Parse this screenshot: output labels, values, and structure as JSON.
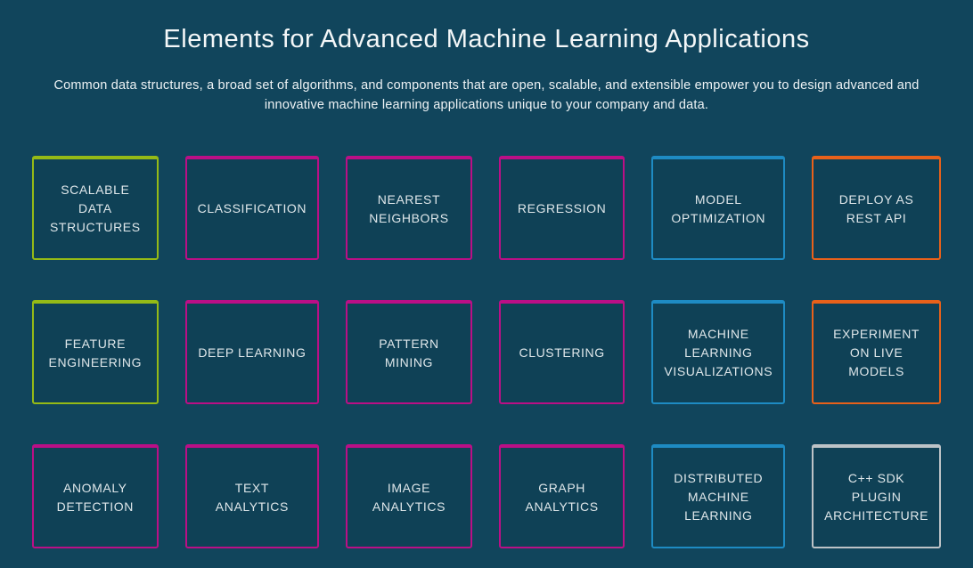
{
  "page": {
    "background": "#11455c",
    "title": "Elements for Advanced Machine Learning Applications",
    "subtitle": "Common data structures, a broad set of algorithms, and components that are open, scalable, and extensible empower you to design advanced and innovative machine learning applications unique to your company and data."
  },
  "palette": {
    "green": "#95ba16",
    "magenta": "#bb0f86",
    "blue": "#1e8bc3",
    "orange": "#e8611a",
    "gray": "#bdc3c7"
  },
  "grid": {
    "tiles": [
      {
        "label": "SCALABLE DATA STRUCTURES",
        "color": "green"
      },
      {
        "label": "CLASSIFICATION",
        "color": "magenta"
      },
      {
        "label": "NEAREST NEIGHBORS",
        "color": "magenta"
      },
      {
        "label": "REGRESSION",
        "color": "magenta"
      },
      {
        "label": "MODEL OPTIMIZATION",
        "color": "blue"
      },
      {
        "label": "DEPLOY AS REST API",
        "color": "orange"
      },
      {
        "label": "FEATURE ENGINEERING",
        "color": "green"
      },
      {
        "label": "DEEP LEARNING",
        "color": "magenta"
      },
      {
        "label": "PATTERN MINING",
        "color": "magenta"
      },
      {
        "label": "CLUSTERING",
        "color": "magenta"
      },
      {
        "label": "MACHINE LEARNING VISUALIZATIONS",
        "color": "blue"
      },
      {
        "label": "EXPERIMENT ON LIVE MODELS",
        "color": "orange"
      },
      {
        "label": "ANOMALY DETECTION",
        "color": "magenta"
      },
      {
        "label": "TEXT ANALYTICS",
        "color": "magenta"
      },
      {
        "label": "IMAGE ANALYTICS",
        "color": "magenta"
      },
      {
        "label": "GRAPH ANALYTICS",
        "color": "magenta"
      },
      {
        "label": "DISTRIBUTED MACHINE LEARNING",
        "color": "blue"
      },
      {
        "label": "C++ SDK PLUGIN ARCHITECTURE",
        "color": "gray"
      }
    ]
  }
}
